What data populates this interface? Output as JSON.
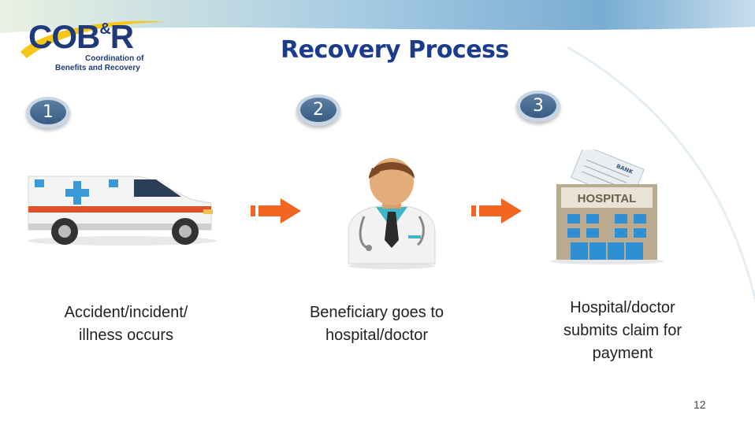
{
  "logo": {
    "main": "COB",
    "amp": "&",
    "end": "R",
    "line1": "Coordination of",
    "line2": "Benefits and Recovery"
  },
  "title": "Recovery Process",
  "steps": [
    {
      "number": "1",
      "caption_line1": "Accident/incident/",
      "caption_line2": "illness occurs",
      "icon": "ambulance-icon"
    },
    {
      "number": "2",
      "caption_line1": "Beneficiary goes to",
      "caption_line2": "hospital/doctor",
      "icon": "doctor-icon"
    },
    {
      "number": "3",
      "caption_line1": "Hospital/doctor",
      "caption_line2": "submits claim for",
      "caption_line3": "payment",
      "icon": "hospital-icon"
    }
  ],
  "hospital_sign": "HOSPITAL",
  "bank_label": "BANK",
  "page_number": "12",
  "colors": {
    "title": "#1b3c8c",
    "arrow": "#f26522",
    "badge": "#476b92",
    "band": "#9fc3dd"
  }
}
